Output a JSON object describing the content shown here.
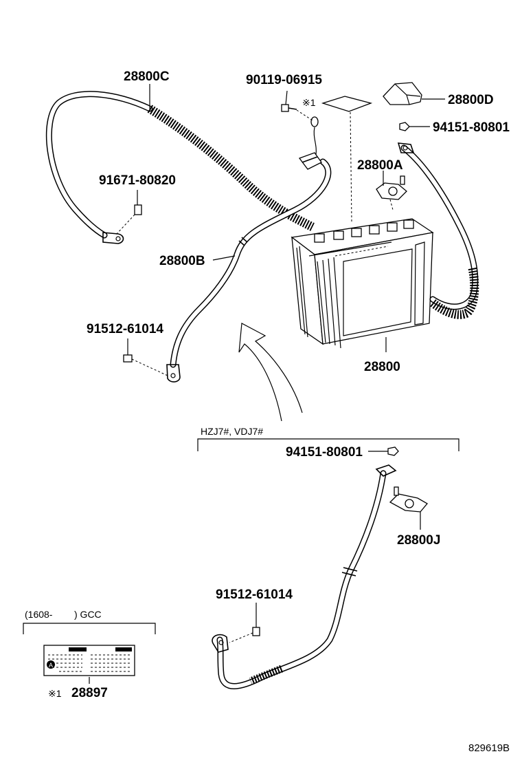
{
  "labels": {
    "p_28800C": "28800C",
    "p_90119": "90119-06915",
    "p_mark1_top": "※1",
    "p_28800D": "28800D",
    "p_94151_top": "94151-80801",
    "p_28800A": "28800A",
    "p_91671": "91671-80820",
    "p_28800B": "28800B",
    "p_91512_top": "91512-61014",
    "p_28800": "28800",
    "p_variant": "HZJ7#, VDJ7#",
    "p_94151_bottom": "94151-80801",
    "p_28800J": "28800J",
    "p_91512_bottom": "91512-61014",
    "p_gcc_range": "(1608-",
    "p_gcc": ") GCC",
    "p_mark1_bottom": "※1",
    "p_28897": "28897",
    "p_ref": "829619B",
    "p_label_A": "A"
  },
  "colors": {
    "line": "#000000",
    "background": "#ffffff"
  }
}
